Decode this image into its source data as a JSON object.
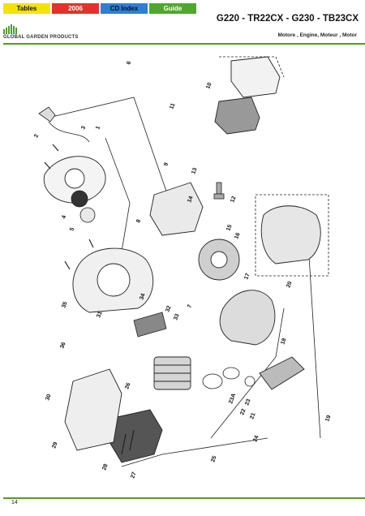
{
  "nav_tabs": [
    {
      "label": "Tables",
      "bg": "#f2e400",
      "fg": "#111111"
    },
    {
      "label": "2006",
      "bg": "#e3322b",
      "fg": "#ffffff"
    },
    {
      "label": "CD Index",
      "bg": "#2f7fd1",
      "fg": "#111111"
    },
    {
      "label": "Guide",
      "bg": "#4fa82c",
      "fg": "#ffffff"
    }
  ],
  "brand": {
    "name": "GLOBAL GARDEN PRODUCTS",
    "color": "#4e9f23"
  },
  "title": "G220 - TR22CX - G230 - TB23CX",
  "subtitle": "Motore , Engine, Moteur , Motor",
  "page_number": "14",
  "part_labels": [
    "1",
    "2",
    "3",
    "4",
    "5",
    "6",
    "7",
    "8",
    "9",
    "10",
    "11",
    "12",
    "13",
    "14",
    "15",
    "16",
    "17",
    "18",
    "19",
    "20",
    "21",
    "22",
    "23",
    "23A",
    "24",
    "25",
    "26",
    "27",
    "28",
    "29",
    "30",
    "31",
    "32",
    "33",
    "34",
    "35",
    "36"
  ]
}
